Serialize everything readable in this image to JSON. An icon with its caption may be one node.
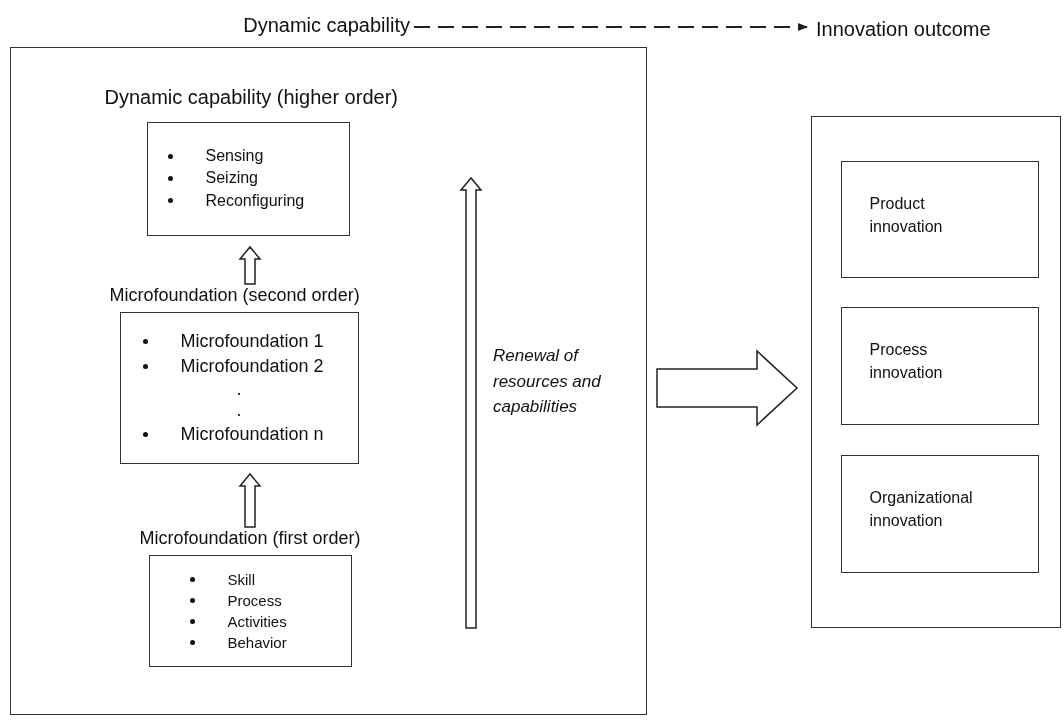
{
  "diagram": {
    "nodes": [
      {
        "text": [
          "Dynamic capability"
        ]
      },
      {
        "text": [
          "Innovation outcome"
        ]
      },
      {
        "text": [],
        "shape": "box"
      },
      {
        "text": [
          "Dynamic capability (higher order)",
          "Sensing",
          "Seizing",
          "Reconfiguring"
        ],
        "in": 2
      },
      {
        "text": [
          "Microfoundation (second order)",
          "Microfoundation 1",
          "Microfoundation 2",
          ".",
          ".",
          "Microfoundation n"
        ],
        "in": 2
      },
      {
        "text": [
          "Microfoundation (first order)",
          "Skill",
          "Process",
          "Activities",
          "Behavior"
        ],
        "in": 2
      },
      {
        "text": [],
        "shape": "box"
      },
      {
        "text": [
          "Product innovation"
        ],
        "in": 6
      },
      {
        "text": [
          "Process innovation"
        ],
        "in": 6
      },
      {
        "text": [
          "Organizational innovation"
        ],
        "in": 6
      }
    ],
    "edges": [
      {
        "from": 0,
        "to": 1,
        "arrow": "to",
        "style": "dashed"
      },
      {
        "from": 4,
        "to": 3,
        "arrow": "to",
        "style": "thick"
      },
      {
        "from": 5,
        "to": 4,
        "arrow": "to",
        "style": "thick"
      },
      {
        "from": 2,
        "to": 6,
        "arrow": "to",
        "style": "thick"
      }
    ],
    "labels": [
      "Renewal of resources and capabilities"
    ]
  }
}
